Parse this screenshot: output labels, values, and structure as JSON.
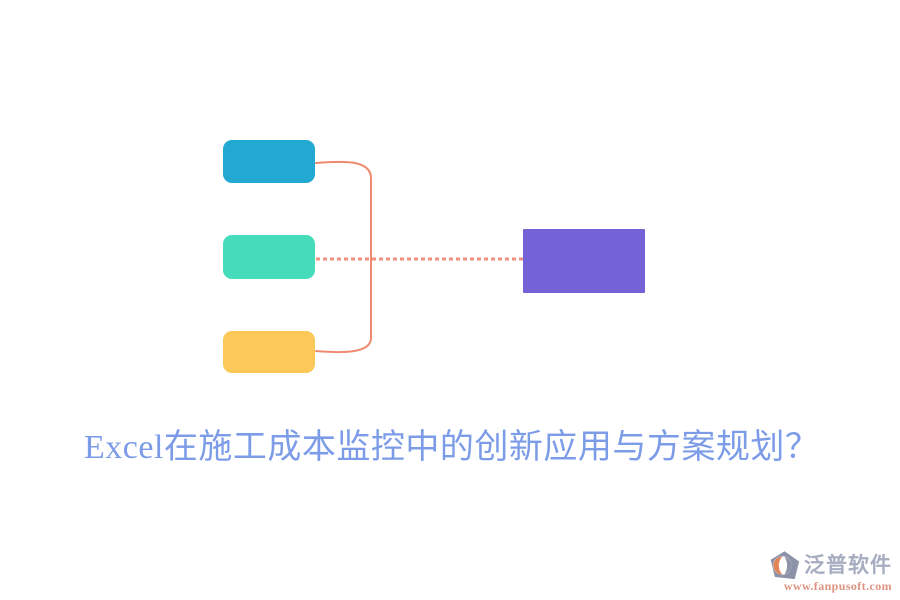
{
  "canvas": {
    "background": "#FFFFFF"
  },
  "diagram": {
    "nodes": {
      "top": {
        "color": "#21A9D1"
      },
      "middle": {
        "color": "#45DBBB"
      },
      "bottom": {
        "color": "#FCC857"
      },
      "result": {
        "color": "#7463D7"
      }
    },
    "connectors": {
      "bracket_color": "#EF8A70",
      "dotted_color": "#F29180"
    }
  },
  "title": {
    "text": "Excel在施工成本监控中的创新应用与方案规划？",
    "color": "#7C9CE8"
  },
  "watermark": {
    "brand": "泛普软件",
    "url": "www.fanpusoft.com",
    "brand_color": "#A7ADC0",
    "url_color": "#DE9480",
    "icon_gray": "#8C93A9",
    "icon_orange": "#E08558"
  }
}
